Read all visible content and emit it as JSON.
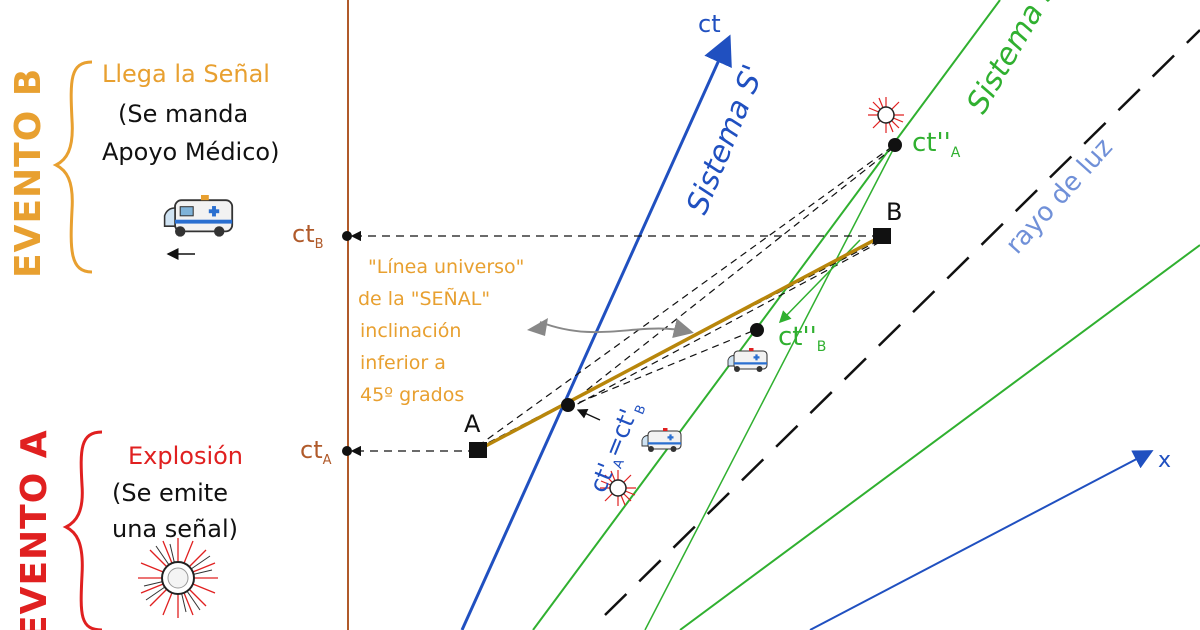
{
  "colors": {
    "orange": "#e8a030",
    "red": "#e02020",
    "brown": "#b05a2a",
    "blue": "#2050c0",
    "green": "#30b030",
    "gold": "#b8860b",
    "lightblue": "#7090d8",
    "black": "#111111"
  },
  "evento_b": {
    "label": "EVENTO B",
    "line1": "Llega la Señal",
    "line2": "(Se manda",
    "line3": "Apoyo Médico)"
  },
  "evento_a": {
    "label": "EVENTO A",
    "line1": "Explosión",
    "line2": "(Se emite",
    "line3": "una señal)"
  },
  "axes": {
    "ct_base_b": "ct",
    "ct_sub_b": "B",
    "ct_base_a": "ct",
    "ct_sub_a": "A",
    "ct_top": "ct",
    "x_label": "x"
  },
  "systems": {
    "s_blue": "Sistema S'",
    "s_green": "Sistema S''"
  },
  "light_ray": "rayo de luz",
  "points": {
    "A": "A",
    "B": "B"
  },
  "signal_note": {
    "line1": "\"Línea universo\"",
    "line2": "de la \"SEÑAL\"",
    "line3": "inclinación",
    "line4": "inferior a",
    "line5": "45º grados"
  },
  "primed": {
    "ctpp_a_base": "ct''",
    "ctpp_a_sub": "A",
    "ctpp_b_base": "ct''",
    "ctpp_b_sub": "B",
    "ctp_eq_base1": "ct'",
    "ctp_eq_sub1": "A",
    "ctp_eq_mid": "=ct'",
    "ctp_eq_sub2": "B"
  },
  "icons": [
    "ambulance-icon",
    "explosion-icon"
  ]
}
